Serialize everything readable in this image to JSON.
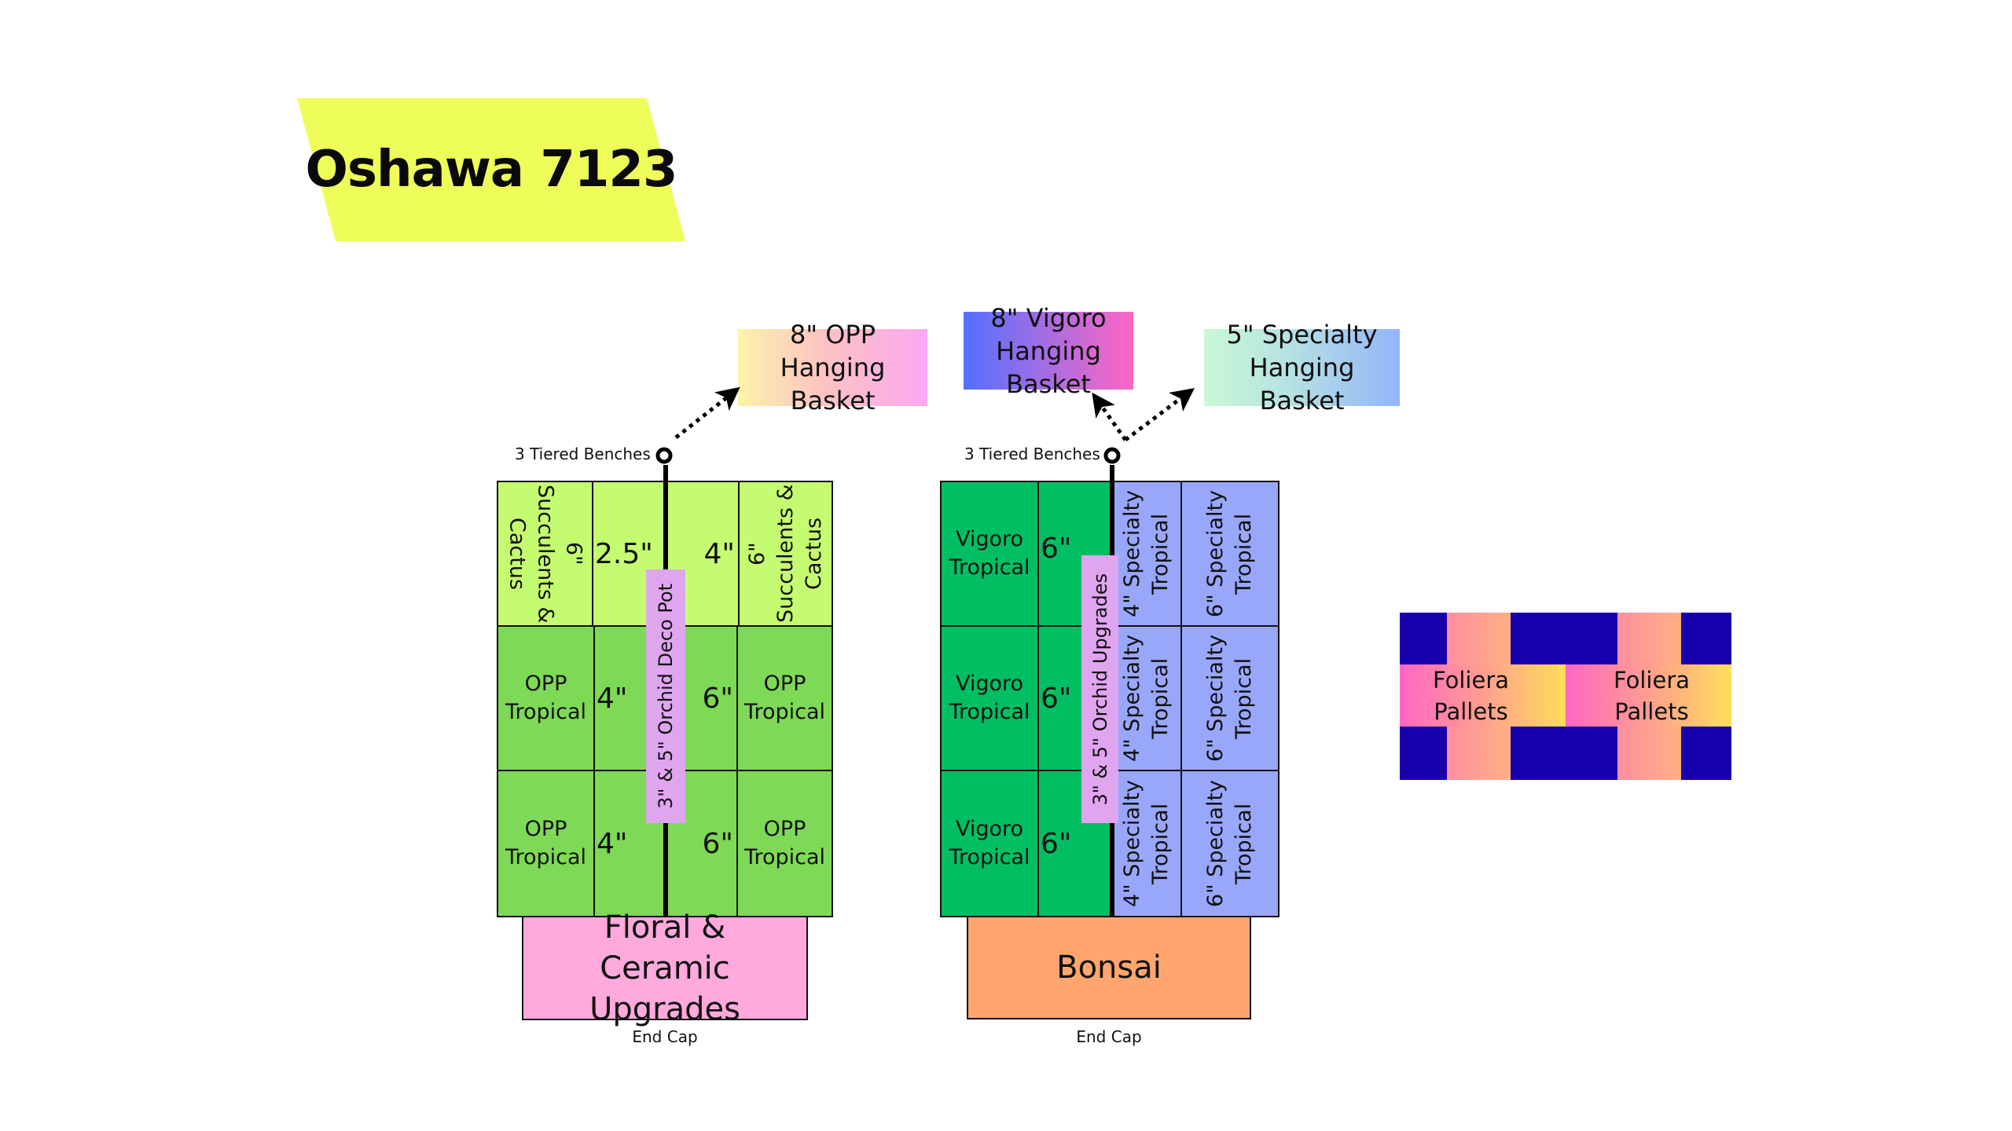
{
  "title": "Oshawa 7123",
  "colors": {
    "banner": "#eefd5a",
    "lime_cell": "#c5fb71",
    "green_cell": "#7ed957",
    "dark_green_cell": "#00bf63",
    "blue_cell": "#98a7fa",
    "orchid_strip": "#e0a5ef",
    "endcap_floral": "#ffa9dd",
    "endcap_bonsai": "#ffa66e",
    "pallet_dark": "#1800ad"
  },
  "hanging_baskets": {
    "opp": "8\" OPP\nHanging Basket",
    "vigoro": "8\" Vigoro\nHanging Basket",
    "specialty": "5\" Specialty\nHanging Basket"
  },
  "left_bench": {
    "label": "3 Tiered Benches",
    "row1": {
      "outer_left": "6\" Succulents & Cactus",
      "inner_left": "2.5\"",
      "inner_right": "4\"",
      "outer_right": "6\" Succulents & Cactus"
    },
    "row2": {
      "outer_left": "OPP Tropical",
      "inner_left": "4\"",
      "inner_right": "6\"",
      "outer_right": "OPP Tropical"
    },
    "row3": {
      "outer_left": "OPP Tropical",
      "inner_left": "4\"",
      "inner_right": "6\"",
      "outer_right": "OPP Tropical"
    },
    "center_strip": "3\" & 5\" Orchid Deco Pot",
    "end_cap": "Floral & Ceramic Upgrades",
    "end_cap_label": "End Cap"
  },
  "right_bench": {
    "label": "3 Tiered Benches",
    "rows": [
      {
        "outer_left": "Vigoro Tropical",
        "inner_left": "6\"",
        "inner_right": "4\" Specialty Tropical",
        "outer_right": "6\" Specialty Tropical"
      },
      {
        "outer_left": "Vigoro Tropical",
        "inner_left": "6\"",
        "inner_right": "4\" Specialty Tropical",
        "outer_right": "6\" Specialty Tropical"
      },
      {
        "outer_left": "Vigoro Tropical",
        "inner_left": "6\"",
        "inner_right": "4\" Specialty Tropical",
        "outer_right": "6\" Specialty Tropical"
      }
    ],
    "center_strip": "3\" & 5\" Orchid Upgrades",
    "end_cap": "Bonsai",
    "end_cap_label": "End Cap"
  },
  "pallets": [
    {
      "label": "Foliera\nPallets"
    },
    {
      "label": "Foliera\nPallets"
    }
  ]
}
